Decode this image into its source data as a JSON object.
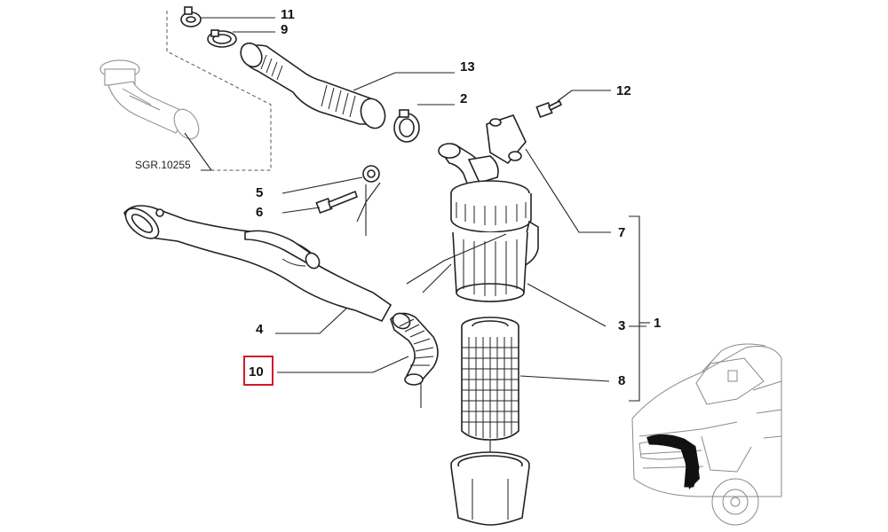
{
  "reference_code": "SGR.10255",
  "callouts": [
    {
      "id": "11",
      "label": "11"
    },
    {
      "id": "9",
      "label": "9"
    },
    {
      "id": "13",
      "label": "13"
    },
    {
      "id": "2",
      "label": "2"
    },
    {
      "id": "12",
      "label": "12"
    },
    {
      "id": "5",
      "label": "5"
    },
    {
      "id": "6",
      "label": "6"
    },
    {
      "id": "7",
      "label": "7"
    },
    {
      "id": "4",
      "label": "4"
    },
    {
      "id": "3",
      "label": "3"
    },
    {
      "id": "1",
      "label": "1"
    },
    {
      "id": "10",
      "label": "10",
      "highlighted": true
    },
    {
      "id": "8",
      "label": "8"
    }
  ],
  "highlight_color": "#d11a2a"
}
